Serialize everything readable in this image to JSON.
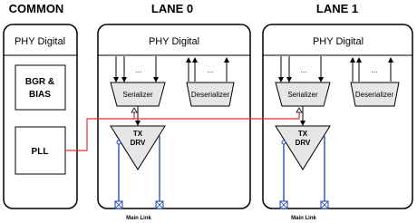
{
  "headers": {
    "common": "COMMON",
    "lane0": "LANE 0",
    "lane1": "LANE 1"
  },
  "common": {
    "phy_digital": "PHY Digital",
    "bgr_line1": "BGR &",
    "bgr_line2": "BIAS",
    "pll": "PLL"
  },
  "lane0": {
    "phy_digital": "PHY Digital",
    "serializer": "Serializer",
    "deserializer": "Deserializer",
    "tx_line1": "TX",
    "tx_line2": "DRV",
    "ellipsis_left": "...",
    "ellipsis_right": "...",
    "main_link": "Main Link"
  },
  "lane1": {
    "phy_digital": "PHY Digital",
    "serializer": "Serializer",
    "deserializer": "Deserializer",
    "tx_line1": "TX",
    "tx_line2": "DRV",
    "ellipsis_left": "...",
    "ellipsis_right": "...",
    "main_link": "Main Link"
  },
  "colors": {
    "clock_line": "#e03030",
    "signal_line": "#1a3fb5",
    "pad": "#1a3fb5"
  }
}
